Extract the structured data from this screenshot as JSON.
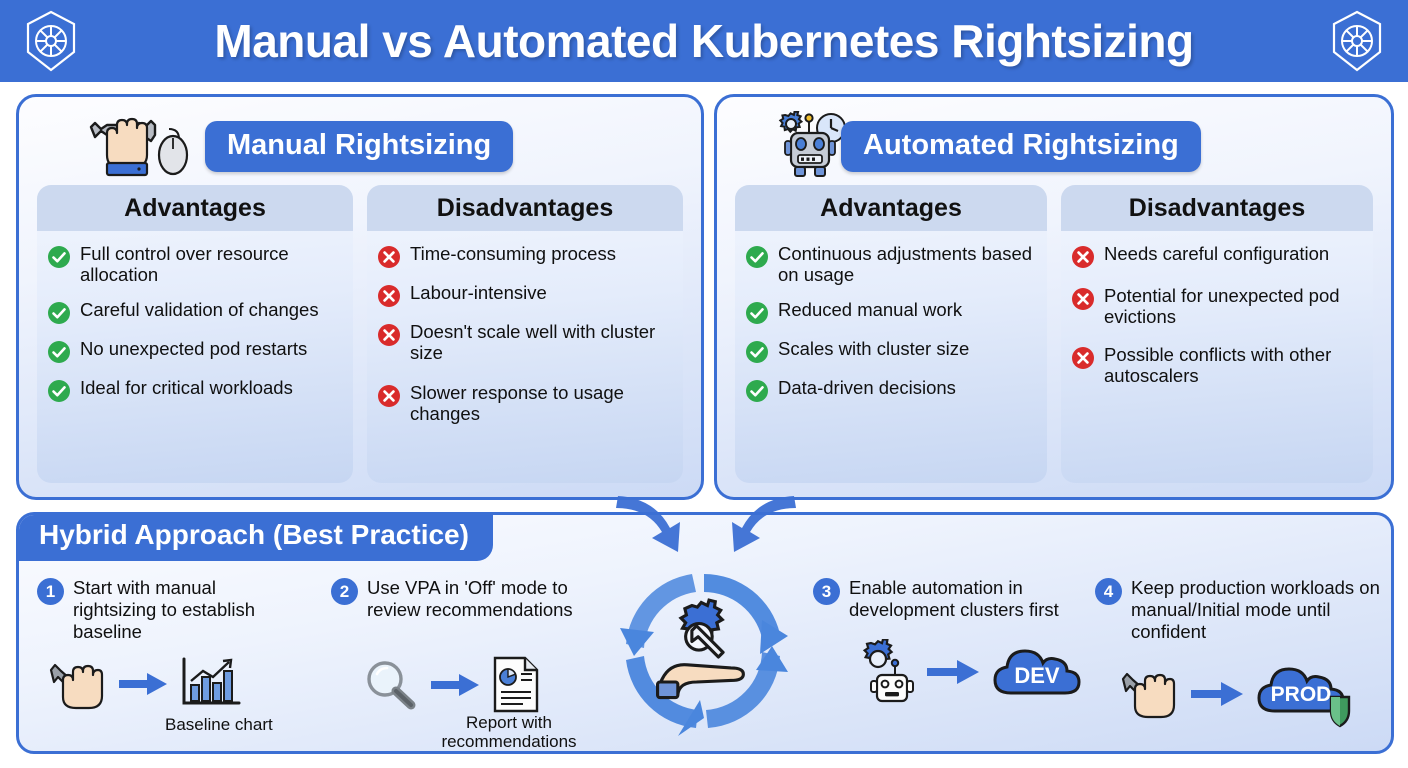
{
  "header": {
    "title": "Manual vs Automated Kubernetes Rightsizing",
    "logo_left": "kubernetes-helm-icon",
    "logo_right": "kubernetes-helm-icon",
    "background_color": "#3b6fd4",
    "text_color": "#ffffff"
  },
  "colors": {
    "brand_blue": "#3b6fd4",
    "panel_header_blue": "#ccd9ef",
    "advantage_green": "#2eaa4e",
    "disadvantage_red": "#d92b2b",
    "shield_green": "#3f9a5e"
  },
  "panels": [
    {
      "name": "manual",
      "badge": "Manual Rightsizing",
      "icon": "hand-with-wrench-and-mouse-icon",
      "columns": [
        {
          "heading": "Advantages",
          "mark": "check-circle-icon",
          "items": [
            "Full control over resource allocation",
            "Careful validation of changes",
            "No unexpected pod restarts",
            "Ideal for critical workloads"
          ]
        },
        {
          "heading": "Disadvantages",
          "mark": "x-circle-icon",
          "items": [
            "Time-consuming process",
            "Labour-intensive",
            "Doesn't scale well with cluster size",
            "Slower response to usage changes"
          ]
        }
      ]
    },
    {
      "name": "automated",
      "badge": "Automated Rightsizing",
      "icon": "robot-with-gear-and-clock-icon",
      "columns": [
        {
          "heading": "Advantages",
          "mark": "check-circle-icon",
          "items": [
            "Continuous adjustments based on usage",
            "Reduced manual work",
            "Scales with cluster size",
            "Data-driven decisions"
          ]
        },
        {
          "heading": "Disadvantages",
          "mark": "x-circle-icon",
          "items": [
            "Needs careful configuration",
            "Potential for unexpected pod evictions",
            "Possible conflicts with other autoscalers"
          ]
        }
      ]
    }
  ],
  "hybrid": {
    "title": "Hybrid Approach (Best Practice)",
    "center_icon": "hand-holding-gear-wrench-cycle-icon",
    "steps": [
      {
        "number": "1",
        "text": "Start with manual rightsizing to establish baseline",
        "from_icon": "hand-with-wrench-icon",
        "arrow": "arrow-right-icon",
        "to_icon": "bar-chart-trend-icon",
        "caption": "Baseline chart"
      },
      {
        "number": "2",
        "text": "Use VPA in 'Off' mode to review recommendations",
        "from_icon": "magnifier-icon",
        "arrow": "arrow-right-icon",
        "to_icon": "report-document-icon",
        "caption": "Report with recommendations"
      },
      {
        "number": "3",
        "text": "Enable automation in development clusters first",
        "from_icon": "gear-robot-icon",
        "arrow": "arrow-right-icon",
        "to_icon": "cloud-icon",
        "to_label": "DEV",
        "caption": ""
      },
      {
        "number": "4",
        "text": "Keep production workloads on manual/Initial mode until confident",
        "from_icon": "hand-with-wrench-icon",
        "arrow": "arrow-right-icon",
        "to_icon": "cloud-shield-icon",
        "to_label": "PROD",
        "caption": ""
      }
    ]
  }
}
